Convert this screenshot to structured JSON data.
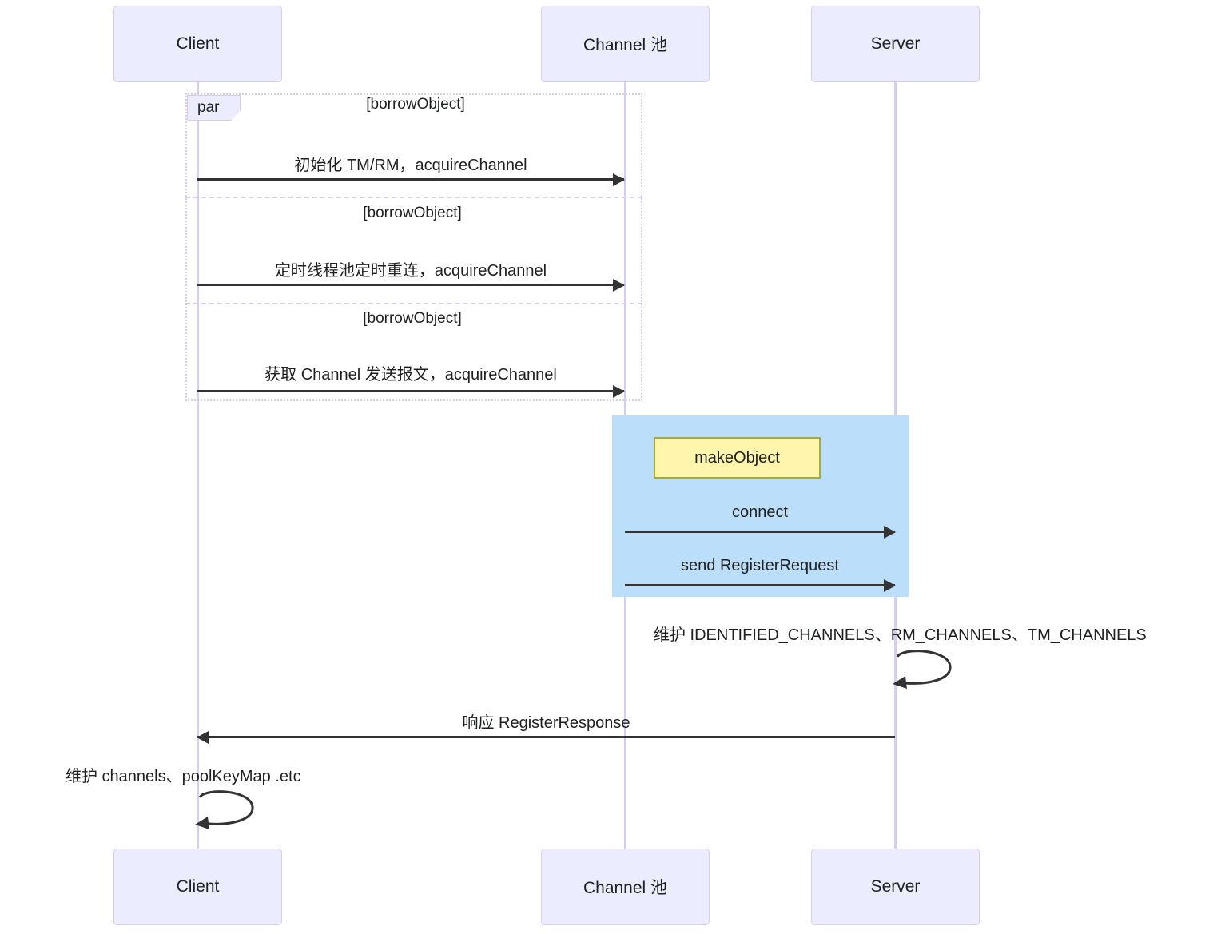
{
  "diagram": {
    "type": "sequence-diagram",
    "background": "#ffffff",
    "participant_fill": "#ececff",
    "participant_border": "#d6cdf0",
    "lifeline_color": "#d6cdf0",
    "message_color": "#333333",
    "highlight_fill": "#bbdefb",
    "note_fill": "#fff5ad",
    "note_border": "#aaaa33"
  },
  "participants": [
    {
      "id": "client",
      "label": "Client"
    },
    {
      "id": "channel",
      "label": "Channel 池"
    },
    {
      "id": "server",
      "label": "Server"
    }
  ],
  "participants_bottom": [
    {
      "id": "client",
      "label": "Client"
    },
    {
      "id": "channel",
      "label": "Channel 池"
    },
    {
      "id": "server",
      "label": "Server"
    }
  ],
  "fragment": {
    "kind": "par",
    "label": "par",
    "conditions": [
      "[borrowObject]",
      "[borrowObject]",
      "[borrowObject]"
    ]
  },
  "messages": [
    {
      "id": "m1",
      "from": "client",
      "to": "channel",
      "label": "初始化 TM/RM，acquireChannel",
      "direction": "ltr"
    },
    {
      "id": "m2",
      "from": "client",
      "to": "channel",
      "label": "定时线程池定时重连，acquireChannel",
      "direction": "ltr"
    },
    {
      "id": "m3",
      "from": "client",
      "to": "channel",
      "label": "获取 Channel 发送报文，acquireChannel",
      "direction": "ltr"
    },
    {
      "id": "m4",
      "from": "channel",
      "to": "server",
      "label": "connect",
      "direction": "ltr"
    },
    {
      "id": "m5",
      "from": "channel",
      "to": "server",
      "label": "send RegisterRequest",
      "direction": "ltr"
    },
    {
      "id": "m6",
      "from": "server",
      "to": "server",
      "label": "维护 IDENTIFIED_CHANNELS、RM_CHANNELS、TM_CHANNELS",
      "direction": "self"
    },
    {
      "id": "m7",
      "from": "server",
      "to": "client",
      "label": "响应 RegisterResponse",
      "direction": "rtl"
    },
    {
      "id": "m8",
      "from": "client",
      "to": "client",
      "label": "维护 channels、poolKeyMap .etc",
      "direction": "self"
    }
  ],
  "notes": [
    {
      "id": "n1",
      "over": "channel",
      "label": "makeObject"
    }
  ]
}
